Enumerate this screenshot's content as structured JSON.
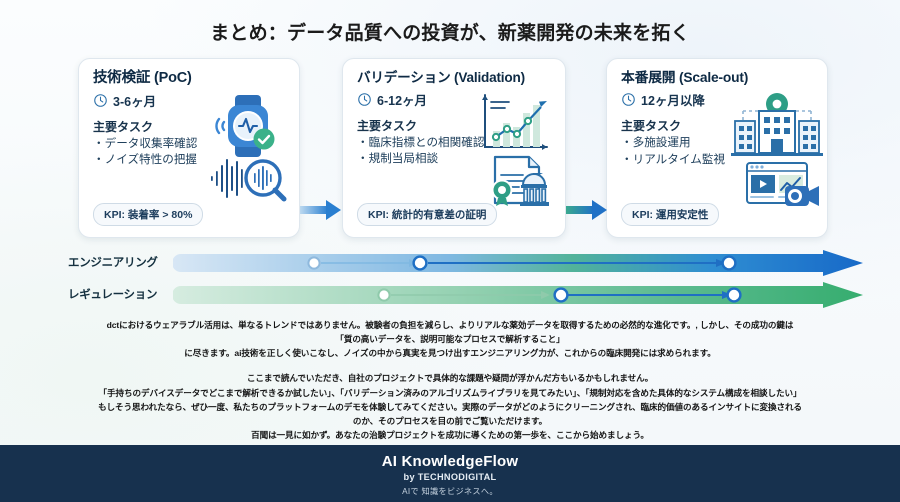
{
  "title": "まとめ：データ品質への投資が、新薬開発の未来を拓く",
  "cards": [
    {
      "title": "技術検証 (PoC)",
      "duration": "3-6ヶ月",
      "tasks_head": "主要タスク",
      "tasks": [
        "データ収集率確認",
        "ノイズ特性の把握"
      ],
      "kpi": "KPI: 装着率 > 80%",
      "art": "smartwatch-waveform-icon",
      "accent": "#2b7fd4"
    },
    {
      "title": "バリデーション (Validation)",
      "duration": "6-12ヶ月",
      "tasks_head": "主要タスク",
      "tasks": [
        "臨床指標との相関確認",
        "規制当局相談"
      ],
      "kpi": "KPI: 統計的有意差の証明",
      "art": "growth-chart-document-icon",
      "accent": "#2e9e86"
    },
    {
      "title": "本番展開 (Scale-out)",
      "duration": "12ヶ月以降",
      "tasks_head": "主要タスク",
      "tasks": [
        "多施設運用",
        "リアルタイム監視"
      ],
      "kpi": "KPI: 運用安定性",
      "art": "hospital-network-monitor-icon",
      "accent": "#2b7fd4"
    }
  ],
  "connectors": [
    {
      "name": "arrow-poc-to-validation",
      "from": "#bcd9f0",
      "to": "#2a7fd0"
    },
    {
      "name": "arrow-validation-to-scaleout",
      "from": "#3aa98f",
      "to": "#2071c6"
    }
  ],
  "timeline": {
    "rows": [
      {
        "label": "エンジニアリング",
        "track_from": "#d8e7f5",
        "track_to": "#1769c8",
        "mid_color": "#52b39a",
        "markers": [
          {
            "pos": 0.205,
            "color": "#8fb9dd"
          },
          {
            "pos": 0.352,
            "color": "#1f6fc4"
          },
          {
            "pos": 0.805,
            "color": "#1f6fc4"
          }
        ]
      },
      {
        "label": "レギュレーション",
        "track_from": "#d6ece0",
        "track_to": "#36ad6f",
        "mid_color": "#5fbc93",
        "markers": [
          {
            "pos": 0.305,
            "color": "#8fcaab"
          },
          {
            "pos": 0.565,
            "color": "#1f6fc4"
          },
          {
            "pos": 0.795,
            "color": "#1f6fc4"
          }
        ]
      }
    ]
  },
  "copy": {
    "p1_line1": "dctにおけるウェアラブル活用は、単なるトレンドではありません。被験者の負担を減らし、よりリアルな薬効データを取得するための必然的な進化です。, しかし、その成功の鍵は",
    "p1_line2": "「質の高いデータを、説明可能なプロセスで解析すること」",
    "p1_line3": "に尽きます。ai技術を正しく使いこなし、ノイズの中から真実を見つけ出すエンジニアリング力が、これからの臨床開発には求められます。",
    "p2_line1": "ここまで読んでいただき、自社のプロジェクトで具体的な課題や疑問が浮かんだ方もいるかもしれません。",
    "p2_line2": "「手持ちのデバイスデータでどこまで解析できるか試したい」、「バリデーション済みのアルゴリズムライブラリを見てみたい」、「規制対応を含めた具体的なシステム構成を相談したい」",
    "p2_line3": "もしそう思われたなら、ぜひ一度、私たちのプラットフォームのデモを体験してみてください。実際のデータがどのようにクリーニングされ、臨床的価値のあるインサイトに変換される",
    "p2_line4": "のか、そのプロセスを目の前でご覧いただけます。",
    "p2_line5": "百聞は一見に如かず。あなたの治験プロジェクトを成功に導くための第一歩を、ここから始めましょう。"
  },
  "footer": {
    "brand": "AI KnowledgeFlow",
    "by": "by TECHNODIGITAL",
    "tagline": "AIで 知識をビジネスへ。",
    "bg": "#17314e"
  }
}
